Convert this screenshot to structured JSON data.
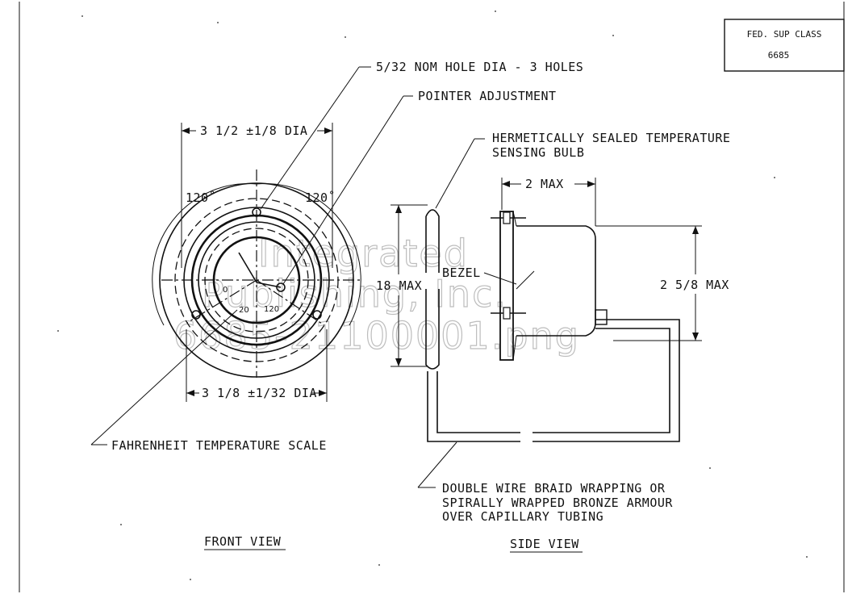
{
  "title_block": {
    "class_label": "FED. SUP CLASS",
    "class_number": "6685"
  },
  "watermark": {
    "line1": "Integrated",
    "line2": "Publishing, Inc.",
    "line3": "6685-21100001.png"
  },
  "front_view": {
    "caption": "FRONT VIEW",
    "hole_callout": "5/32 NOM HOLE DIA - 3 HOLES",
    "pointer_callout": "POINTER ADJUSTMENT",
    "outer_dim": "3 1/2 ±1/8 DIA",
    "inner_dim": "3 1/8 ±1/32 DIA",
    "angle_left": "120˚",
    "angle_right": "120˚",
    "scale_callout": "FAHRENHEIT TEMPERATURE SCALE",
    "scale_marks": [
      "0",
      "20",
      "120"
    ]
  },
  "side_view": {
    "caption": "SIDE VIEW",
    "bulb_callout_line1": "HERMETICALLY SEALED TEMPERATURE",
    "bulb_callout_line2": "SENSING BULB",
    "depth_dim": "2 MAX",
    "length_dim": "18 MAX",
    "bezel_label": "BEZEL",
    "height_dim": "2 5/8 MAX",
    "tubing_line1": "DOUBLE WIRE BRAID WRAPPING OR",
    "tubing_line2": "SPIRALLY WRAPPED BRONZE ARMOUR",
    "tubing_line3": "OVER CAPILLARY TUBING"
  }
}
